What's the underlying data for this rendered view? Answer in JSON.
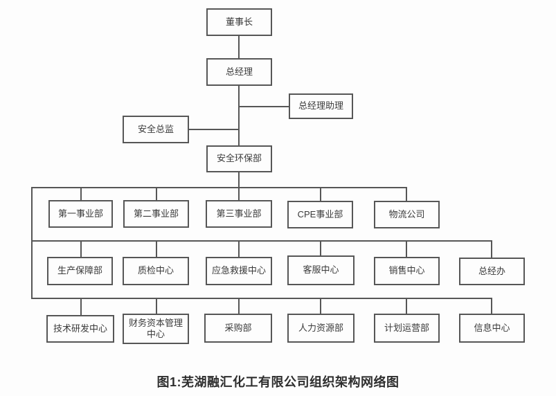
{
  "diagram": {
    "caption": "图1:芜湖融汇化工有限公司组织架构网络图",
    "colors": {
      "line": "#565656",
      "box_border": "#565656",
      "text": "#3a3a3a",
      "background": "#fdfdfd"
    },
    "nodes": {
      "chairman": "董事长",
      "general_manager": "总经理",
      "gm_assistant": "总经理助理",
      "safety_director": "安全总监",
      "safety_env_dept": "安全环保部",
      "division_1": "第一事业部",
      "division_2": "第二事业部",
      "division_3": "第三事业部",
      "cpe_division": "CPE事业部",
      "logistics_company": "物流公司",
      "production_support": "生产保障部",
      "quality_center": "质检中心",
      "emergency_rescue_center": "应急救援中心",
      "customer_service_center": "客服中心",
      "sales_center": "销售中心",
      "gm_office": "总经办",
      "tech_rd_center": "技术研发中心",
      "finance_capital_center": "财务资本管理中心",
      "procurement_dept": "采购部",
      "hr_dept": "人力资源部",
      "planning_ops_dept": "计划运营部",
      "info_center": "信息中心"
    }
  }
}
